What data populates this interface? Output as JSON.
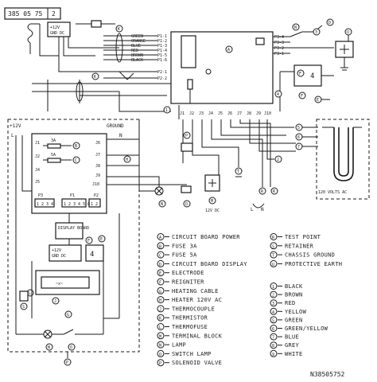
{
  "header": {
    "part_number": "385 05 75",
    "sheet": "2"
  },
  "footer": {
    "drawing_number": "N38505752"
  },
  "labels": {
    "supply_12v": "+12V",
    "ground": "GROUND",
    "ac_120": "120 VOLTS AC",
    "dc_12": "12V DC",
    "display_board": "DISPLAY BOARD",
    "left_L": "L",
    "left_N": "N",
    "right_L": "L",
    "right_N": "N"
  },
  "wires_top": [
    "GREEN",
    "ORANGE",
    "BLUE",
    "RED",
    "BROWN",
    "BLACK"
  ],
  "pins_p1": [
    "P1-1",
    "P1-2",
    "P1-3",
    "P1-4",
    "P1-5",
    "P1-6"
  ],
  "pins_p2": [
    "P2-1",
    "P2-2"
  ],
  "pins_p3_right": [
    "P3-4",
    "P3-3",
    "P3-2",
    "P3-1"
  ],
  "terms_bottom": [
    "J1",
    "J2",
    "J3",
    "J4",
    "J5",
    "J6",
    "J7",
    "J8",
    "J9",
    "J10"
  ],
  "board_left_pins": [
    "J1",
    "J2",
    "J4",
    "J5"
  ],
  "board_right_pins": [
    "J6",
    "J7",
    "J8",
    "J9",
    "J10"
  ],
  "board_fuses": [
    "3A",
    "5A"
  ],
  "connectors": {
    "p3": "P3",
    "p1": "P1",
    "p2": "P2",
    "p3_pins": "1 2 3 4",
    "p1_pins": "1 2 3 4 5 6",
    "p2_pins": "1 2"
  },
  "legend_left": [
    {
      "key": "A",
      "text": "CIRCUIT BOARD POWER"
    },
    {
      "key": "B",
      "text": "FUSE 3A"
    },
    {
      "key": "C",
      "text": "FUSE 5A"
    },
    {
      "key": "D",
      "text": "CIRCUIT BOARD DISPLAY"
    },
    {
      "key": "E",
      "text": "ELECTRODE"
    },
    {
      "key": "F",
      "text": "REIGNITER"
    },
    {
      "key": "G",
      "text": "HEATING CABLE"
    },
    {
      "key": "H",
      "text": "HEATER 120V AC"
    },
    {
      "key": "J",
      "text": "THERMOCOUPLE"
    },
    {
      "key": "K",
      "text": "THERMISTOR"
    },
    {
      "key": "L",
      "text": "THERMOFUSE"
    },
    {
      "key": "M",
      "text": "TERMINAL BLOCK"
    },
    {
      "key": "N",
      "text": "LAMP"
    },
    {
      "key": "O",
      "text": "SWITCH LAMP"
    },
    {
      "key": "P",
      "text": "SOLENOID VALVE"
    }
  ],
  "legend_right_top": [
    {
      "key": "R",
      "text": "TEST POINT"
    },
    {
      "key": "S",
      "text": "RETAINER"
    },
    {
      "key": "T",
      "text": "CHASSIS GROUND"
    },
    {
      "key": "U",
      "text": "PROTECTIVE EARTH"
    }
  ],
  "legend_colors": [
    {
      "key": "1",
      "text": "BLACK"
    },
    {
      "key": "2",
      "text": "BROWN"
    },
    {
      "key": "3",
      "text": "RED"
    },
    {
      "key": "4",
      "text": "YELLOW"
    },
    {
      "key": "5",
      "text": "GREEN"
    },
    {
      "key": "6",
      "text": "GREEN/YELLOW"
    },
    {
      "key": "7",
      "text": "BLUE"
    },
    {
      "key": "8",
      "text": "GREY"
    },
    {
      "key": "9",
      "text": "WHITE"
    }
  ],
  "callouts": {
    "a": "A",
    "b": "B",
    "c": "C",
    "d": "D",
    "e": "E",
    "f": "F",
    "g": "G",
    "h": "H",
    "j": "J",
    "k": "K",
    "l": "L",
    "m": "M",
    "n": "N",
    "o": "O",
    "p": "P",
    "r": "R",
    "s": "S",
    "t": "T",
    "u": "U"
  },
  "wire_numbers": {
    "n1": "1",
    "n2": "2",
    "n3": "3",
    "n4": "4",
    "n5": "5",
    "n6": "6",
    "n7": "7",
    "n8": "8",
    "n9": "9"
  }
}
